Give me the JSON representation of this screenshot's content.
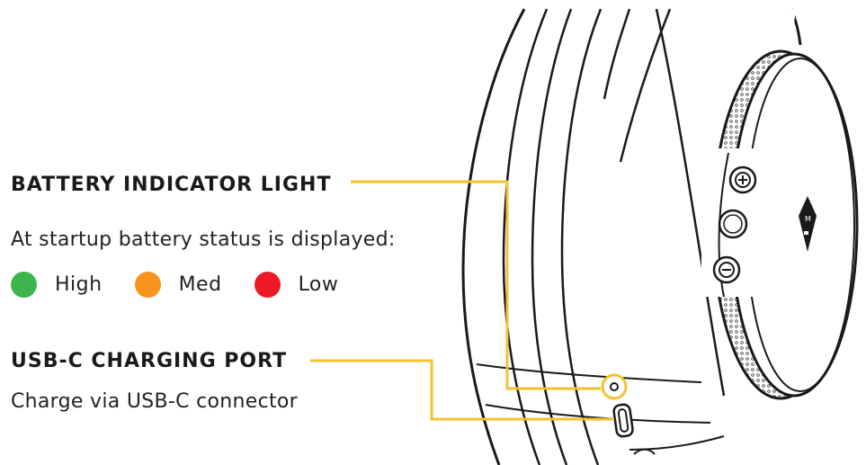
{
  "battery": {
    "heading": "BATTERY INDICATOR LIGHT",
    "description": "At startup battery status is displayed:",
    "levels": [
      {
        "label": "High",
        "color": "#3cb54a"
      },
      {
        "label": "Med",
        "color": "#f7941d"
      },
      {
        "label": "Low",
        "color": "#ed1c24"
      }
    ]
  },
  "usb": {
    "heading": "USB-C CHARGING PORT",
    "description": "Charge via USB-C connector"
  },
  "colors": {
    "callout_line": "#f2c230",
    "outline": "#1a1a1a"
  },
  "icons": {
    "volume_up": "plus-icon",
    "multifunction": "circle-button-icon",
    "volume_down": "minus-icon",
    "logo": "brand-logo-icon"
  }
}
